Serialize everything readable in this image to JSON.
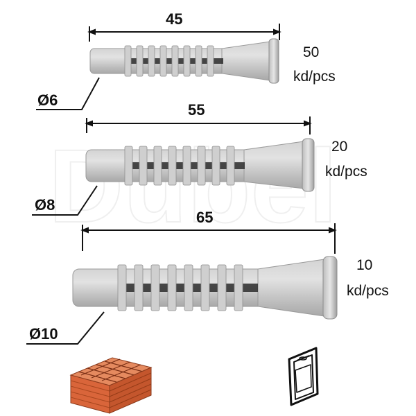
{
  "watermark": "Dubel",
  "anchors": [
    {
      "length": "45",
      "diameter": "Ø6",
      "qty_count": "50",
      "qty_unit": "kd/pcs"
    },
    {
      "length": "55",
      "diameter": "Ø8",
      "qty_count": "20",
      "qty_unit": "kd/pcs"
    },
    {
      "length": "65",
      "diameter": "Ø10",
      "qty_count": "10",
      "qty_unit": "kd/pcs"
    }
  ],
  "icons": {
    "material": "brick-block-icon",
    "packaging": "blister-pack-icon"
  },
  "colors": {
    "anchor_body": "#c8c8c8",
    "anchor_shadow": "#a9a9a9",
    "brick": "#d9653a",
    "line": "#111111"
  }
}
